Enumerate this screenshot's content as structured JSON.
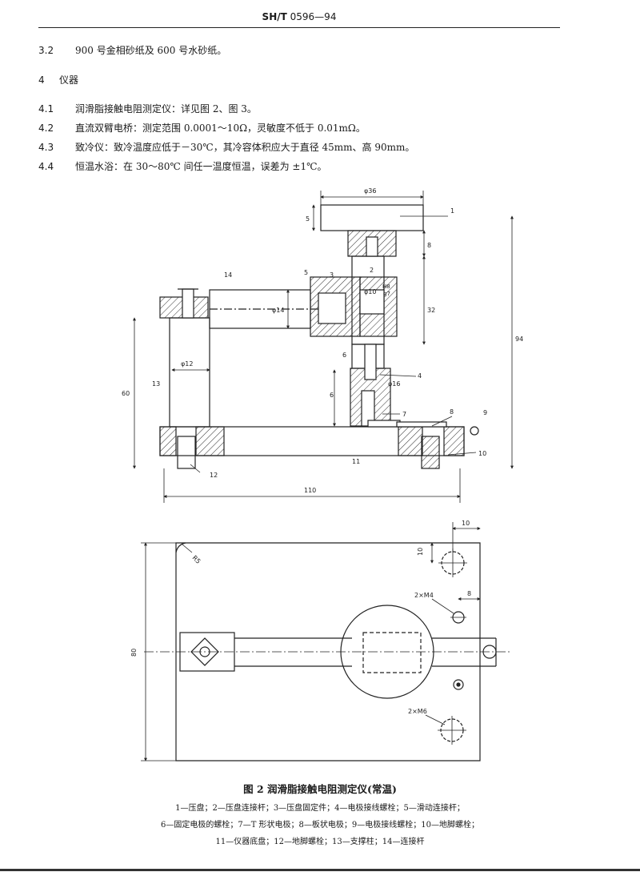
{
  "header": {
    "standard_prefix": "SH/T",
    "standard_number": "0596—94"
  },
  "clauses": [
    {
      "num": "3.2",
      "text": "900 号金相砂纸及 600 号水砂纸。"
    },
    {
      "num": "4",
      "text": "仪器"
    },
    {
      "num": "4.1",
      "text": "润滑脂接触电阻测定仪：详见图 2、图 3。"
    },
    {
      "num": "4.2",
      "text": "直流双臂电桥：测定范围 0.0001～10Ω，灵敏度不低于 0.01mΩ。"
    },
    {
      "num": "4.3",
      "text": "致冷仪：致冷温度应低于－30℃，其冷容体积应大于直径 45mm、高 90mm。"
    },
    {
      "num": "4.4",
      "text": "恒温水浴：在 30～80℃ 间任一温度恒温，误差为 ±1℃。"
    }
  ],
  "figure": {
    "title": "图 2   润滑脂接触电阻测定仪(常温)",
    "legend_lines": [
      "1—压盘；2—压盘连接杆；3—压盘固定件；4—电极接线螺栓；5—滑动连接杆；",
      "6—固定电极的螺栓；7—T 形状电极；8—板状电极；9—电极接线螺栓；10—地脚螺栓；",
      "11—仪器底盘；12—地脚螺栓；13—支撑柱；14—连接杆"
    ],
    "side_view": {
      "dims": [
        "φ36",
        "5",
        "8",
        "φ10",
        "H8",
        "g7",
        "32",
        "94",
        "φ14",
        "φ12",
        "60",
        "6",
        "φ16",
        "110"
      ],
      "parts": [
        "1",
        "2",
        "3",
        "4",
        "5",
        "6",
        "7",
        "8",
        "9",
        "10",
        "11",
        "12",
        "13",
        "14"
      ]
    },
    "top_view": {
      "dims": [
        "10",
        "10",
        "R5",
        "8",
        "80"
      ],
      "notes": [
        "2×M4",
        "2×M6"
      ]
    }
  }
}
